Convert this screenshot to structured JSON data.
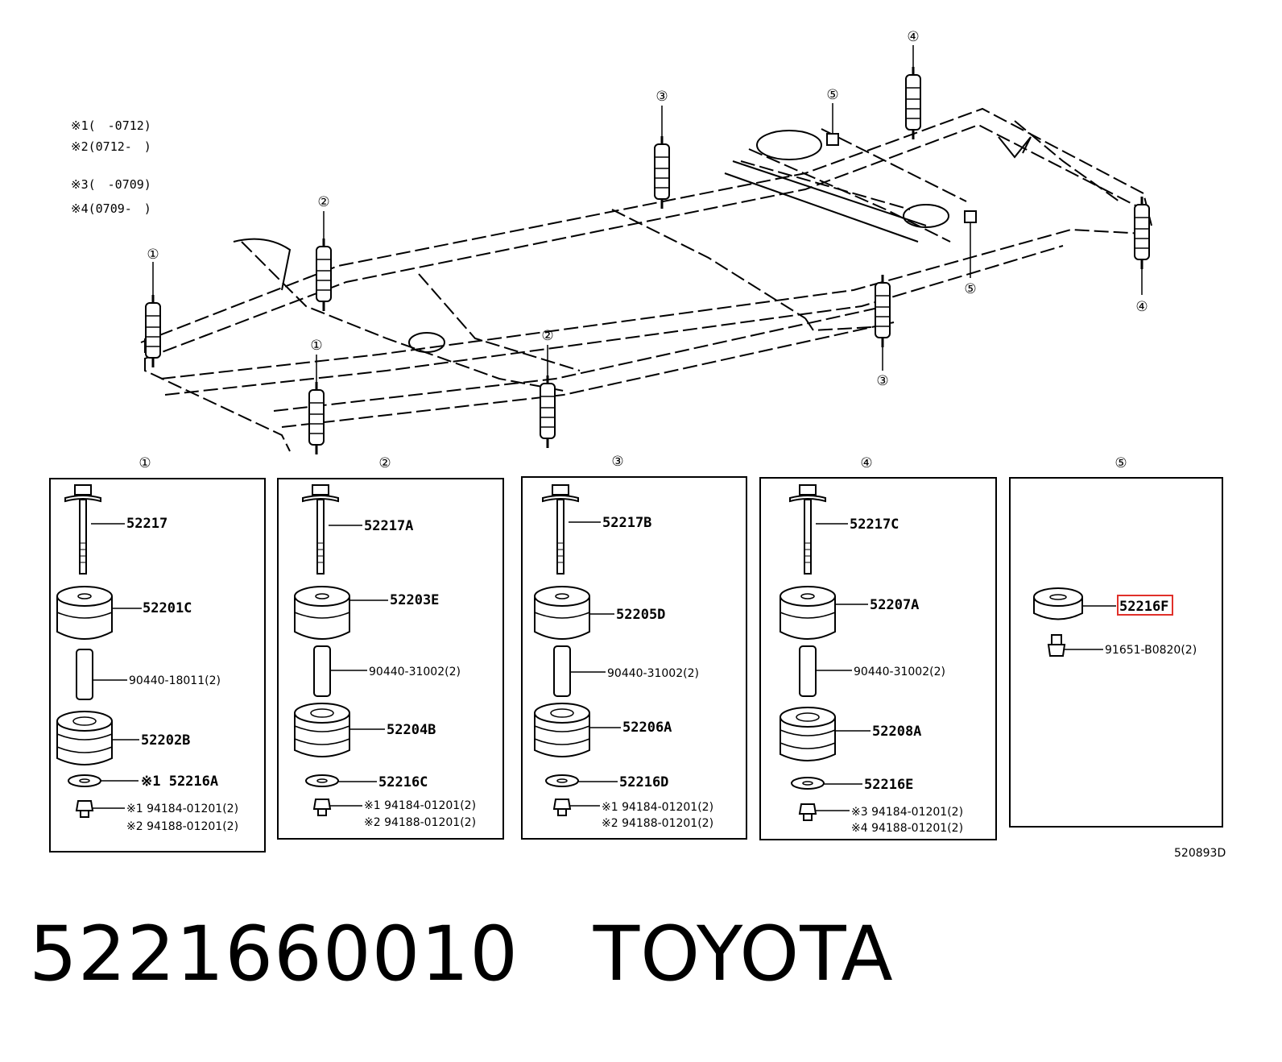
{
  "notes": [
    "※1(　-0712)",
    "※2(0712-　)",
    "※3(　-0709)",
    "※4(0709-　)"
  ],
  "callouts": [
    "①",
    "②",
    "③",
    "④",
    "⑤"
  ],
  "sections": [
    {
      "number": "①",
      "bolt": "52217",
      "upper": "52201C",
      "sleeve": "90440-18011(2)",
      "lower": "52202B",
      "washer": "※1 52216A",
      "nut1": "※1 94184-01201(2)",
      "nut2": "※2 94188-01201(2)"
    },
    {
      "number": "②",
      "bolt": "52217A",
      "upper": "52203E",
      "sleeve": "90440-31002(2)",
      "lower": "52204B",
      "washer": "52216C",
      "nut1": "※1 94184-01201(2)",
      "nut2": "※2 94188-01201(2)"
    },
    {
      "number": "③",
      "bolt": "52217B",
      "upper": "52205D",
      "sleeve": "90440-31002(2)",
      "lower": "52206A",
      "washer": "52216D",
      "nut1": "※1 94184-01201(2)",
      "nut2": "※2 94188-01201(2)"
    },
    {
      "number": "④",
      "bolt": "52217C",
      "upper": "52207A",
      "sleeve": "90440-31002(2)",
      "lower": "52208A",
      "washer": "52216E",
      "nut1": "※3 94184-01201(2)",
      "nut2": "※4 94188-01201(2)"
    },
    {
      "number": "⑤",
      "cushion": "52216F",
      "bolt": "91651-B0820(2)"
    }
  ],
  "figure_code": "520893D",
  "caption": {
    "part_number": "5221660010",
    "brand": "TOYOTA"
  },
  "highlight_color": "#e0302a"
}
